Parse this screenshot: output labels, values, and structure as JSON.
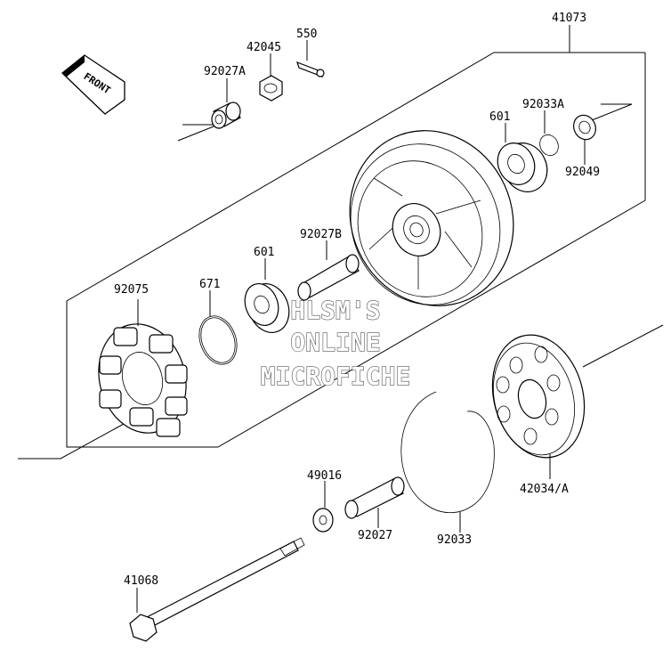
{
  "diagram": {
    "front_badge": "FRONT",
    "labels": {
      "p41073": "41073",
      "p550": "550",
      "p42045": "42045",
      "p92027A": "92027A",
      "p601_top": "601",
      "p92033A": "92033A",
      "p92049": "92049",
      "p92027B": "92027B",
      "p601_mid": "601",
      "p671": "671",
      "p92075": "92075",
      "p49016": "49016",
      "p92027": "92027",
      "p92033": "92033",
      "p42034A": "42034/A",
      "p41068": "41068"
    },
    "watermark": [
      "HLSM'S",
      "ONLINE",
      "MICROFICHE"
    ]
  }
}
